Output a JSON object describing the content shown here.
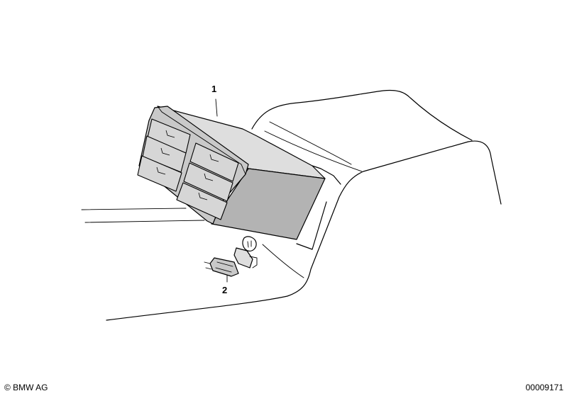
{
  "callouts": {
    "part_1": "1",
    "part_2": "2"
  },
  "footer": {
    "copyright": "© BMW AG",
    "doc_number": "00009171"
  }
}
